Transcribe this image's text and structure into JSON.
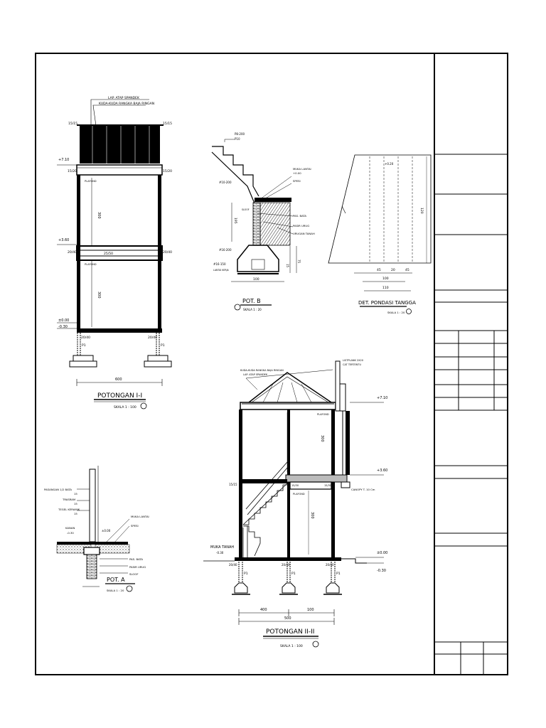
{
  "potongan_1": {
    "roof_note_1": "LAP. ATAP SPANDEK",
    "roof_note_2": "KUDA-KUDA RANGKA BAJA RINGAN",
    "beam_top_left": "15/15",
    "beam_top_right": "15/15",
    "ring_left": "15/20",
    "ring_right": "15/20",
    "level_top": "+7.10",
    "level_mid": "+3.60",
    "level_floor": "±0.00",
    "level_base": "-0.30",
    "plafond_upper": "PLAFOND",
    "plafond_lower": "PLAFOND",
    "height_upper": "300",
    "height_lower": "300",
    "beam_mid_left": "20/40",
    "beam_mid_center": "25/50",
    "beam_mid_right": "20/40",
    "sloof_left": "20/40",
    "sloof_right": "20/40",
    "footing_left": "P1",
    "footing_right": "P1",
    "width_dim": "600",
    "title": "POTONGAN   I-I",
    "scale": "SKALA    1 : 100"
  },
  "pot_b": {
    "rebar_1": "P8-200",
    "rebar_2": "P10",
    "rebar_3": "#10-200",
    "muka_lantai": "MUKA LANTAI",
    "muka_level": "+0.00",
    "spesi": "SPESI",
    "pas_bata": "PAS. BATA",
    "pasir_urug": "PASIR URUG",
    "urugan_tanah": "URUGAN TANAH",
    "sloof": "SLOOF",
    "dim_height": "195",
    "rebar_4": "#16-200",
    "rebar_5": "#16-150",
    "lantai_kerja": "LANTAI KERJA",
    "dim_width": "100",
    "dim_side_1": "15",
    "dim_side_2": "75",
    "title": "POT.   B",
    "scale": "SKALA    1 : 20"
  },
  "det_pondasi": {
    "level": "+0.20",
    "height": "120",
    "dim_1": "45",
    "dim_2": "20",
    "dim_3": "45",
    "dim_total_1": "100",
    "dim_total_2": "110",
    "title": "DET. PONDASI TANGGA",
    "scale": "SKALA    1 : 20"
  },
  "pot_a": {
    "note_1": "PASANGAN 1/2 BATA",
    "note_1b": "15",
    "note_2": "TRASRAM",
    "note_2b": "15",
    "note_3": "TEGEL KERAMIK",
    "note_3b": "15",
    "muka_lantai": "MUKA LANTAI",
    "spesi": "SPESI",
    "level_a": "±0.00",
    "level_b": "-0.30",
    "kanan": "KANAN",
    "pas_bata": "PAS. BATA",
    "pasir_urug": "PASIR URUG",
    "sloof": "SLOOF",
    "title": "POT.   A",
    "scale": "SKALA    1 : 20"
  },
  "potongan_2": {
    "roof_note_1": "KUDA-KUDA RANGKA BAJA RINGAN",
    "roof_note_2": "LAP. ATAP SPANDEK",
    "side_note_1": "LISTPLANK 2X20",
    "side_note_2": "CAT TERTENTU",
    "level_top": "+7.10",
    "level_mid": "+3.60",
    "level_floor": "±0.00",
    "level_base": "-0.30",
    "plafond_upper": "PLAFOND",
    "plafond_lower": "PLAFOND",
    "height_upper": "300",
    "height_lower": "300",
    "canopy": "CANOPY T. 10 Cm",
    "beam_a": "15/15",
    "beam_b": "15/30",
    "beam_c": "15/30",
    "muka_tanah": "MUKA TANAH",
    "muka_level": "-0.30",
    "sloof_a": "20/40",
    "sloof_b": "20/40",
    "sloof_c": "20/40",
    "footing_a": "P1",
    "footing_b": "P1",
    "footing_c": "P1",
    "dim_1": "400",
    "dim_2": "100",
    "dim_total": "500",
    "title": "POTONGAN    II-II",
    "scale": "SKALA    1 : 100"
  },
  "colors": {
    "ink": "#000000",
    "paper": "#ffffff",
    "hatch": "#333333"
  }
}
